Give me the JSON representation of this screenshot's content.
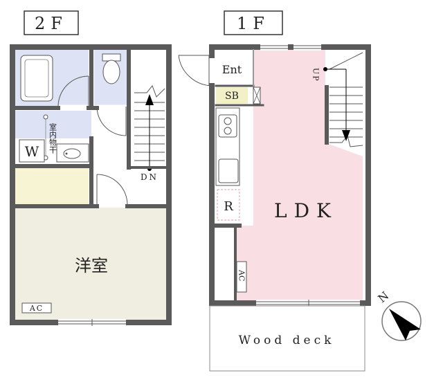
{
  "floors": {
    "second": {
      "title": "2F",
      "rooms": {
        "western": "洋室",
        "washer": "W",
        "drying": "室内物干"
      },
      "ac": "AC",
      "stairs": "DN"
    },
    "first": {
      "title": "1F",
      "rooms": {
        "ldk": "LDK",
        "entrance": "Ent",
        "shoe_box": "SB",
        "refrigerator": "R"
      },
      "ac": "AC",
      "stairs": "UP",
      "deck": "Wood deck"
    }
  },
  "compass": "N",
  "colors": {
    "wall": "#5a5a5a",
    "ldk": "#f9dee3",
    "western": "#f0eee0",
    "closet": "#f6f4d2",
    "wet": "#dde3f5",
    "sb": "#f2f0c6"
  }
}
